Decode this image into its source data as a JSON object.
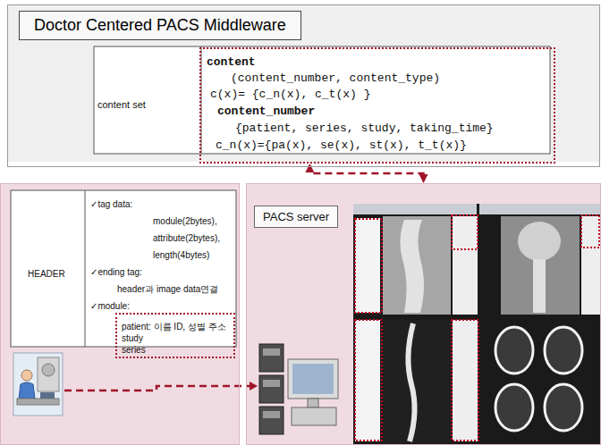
{
  "diagram": {
    "nodes": [
      {
        "text": [
          "Doctor Centered PACS Middleware",
          "content set"
        ]
      },
      {
        "text": [
          "content",
          "(content_number, content_type)",
          "c(x)= {c_n(x), c_t(x) }",
          "content_number",
          "{patient, series, study, taking_time}",
          "c_n(x)={pa(x), se(x), st(x), t_t(x)}"
        ],
        "in": 0
      },
      {
        "text": [
          "HEADER",
          "✓tag data:",
          "module(2bytes),",
          "attribute(2bytes),",
          "length(4bytes)",
          "✓ending tag:",
          "header과 image data연결",
          "✓module:"
        ]
      },
      {
        "text": [
          "patient: 이름 ID, 성별 주소",
          "study",
          "series"
        ],
        "in": 2
      },
      {
        "text": [
          "PACS server"
        ]
      }
    ],
    "edges": [
      {
        "from": 1,
        "to": 4,
        "arrow": "both"
      }
    ]
  }
}
